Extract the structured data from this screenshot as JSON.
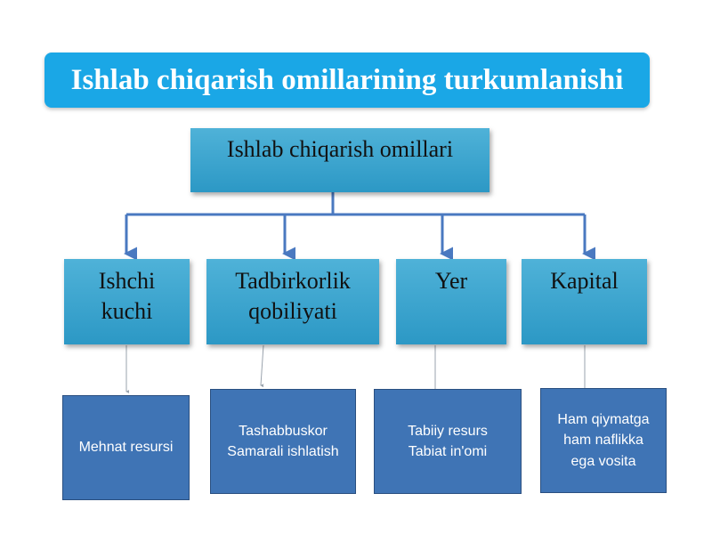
{
  "title": "Ishlab chiqarish omillarining turkumlanishi",
  "root": "Ishlab chiqarish omillari",
  "categories": [
    {
      "label_line1": "Ishchi",
      "label_line2": "kuchi",
      "desc_lines": [
        "Mehnat resursi"
      ]
    },
    {
      "label_line1": "Tadbirkorlik",
      "label_line2": "qobiliyati",
      "desc_lines": [
        "Tashabbuskor",
        "Samarali ishlatish"
      ]
    },
    {
      "label_line1": "Yer",
      "label_line2": "",
      "desc_lines": [
        "Tabiiy resurs",
        "Tabiat in'omi"
      ]
    },
    {
      "label_line1": "Kapital",
      "label_line2": "",
      "desc_lines": [
        "Ham qiymatga",
        "ham naflikka",
        "ega vosita"
      ]
    }
  ],
  "colors": {
    "banner": "#1aa7e6",
    "box": "#2c98c5",
    "desc_box": "#3f74b5",
    "connector": "#4a79c0"
  }
}
